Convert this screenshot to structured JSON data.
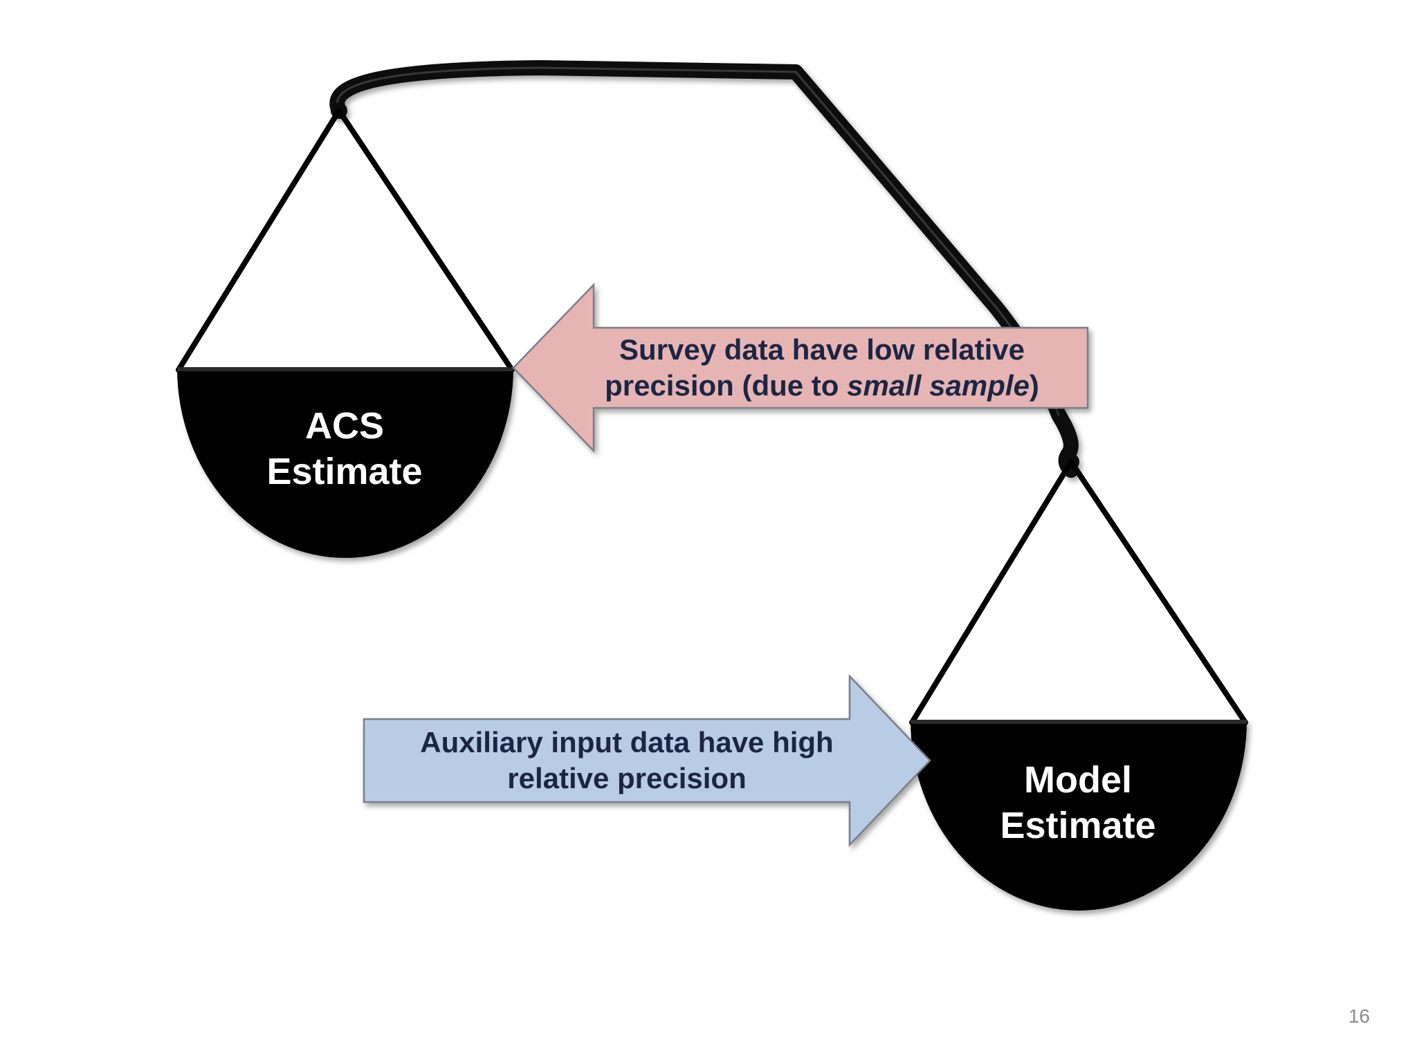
{
  "diagram": {
    "left_pan": {
      "line1": "ACS",
      "line2": "Estimate"
    },
    "right_pan": {
      "line1": "Model",
      "line2": "Estimate"
    },
    "left_arrow": {
      "line1": "Survey data have low relative",
      "line2_prefix": "precision (due to ",
      "line2_italic": "small sample",
      "line2_suffix": ")"
    },
    "right_arrow": {
      "line1": "Auxiliary input data have high",
      "line2": "relative precision"
    }
  },
  "footer": {
    "slide_number": "16"
  },
  "colors": {
    "beam": "#0a0a0a",
    "pan": "#050505",
    "left_arrow_fill": "#e7b4b4",
    "right_arrow_fill": "#b8cce4",
    "arrow_text": "#1c2644"
  }
}
